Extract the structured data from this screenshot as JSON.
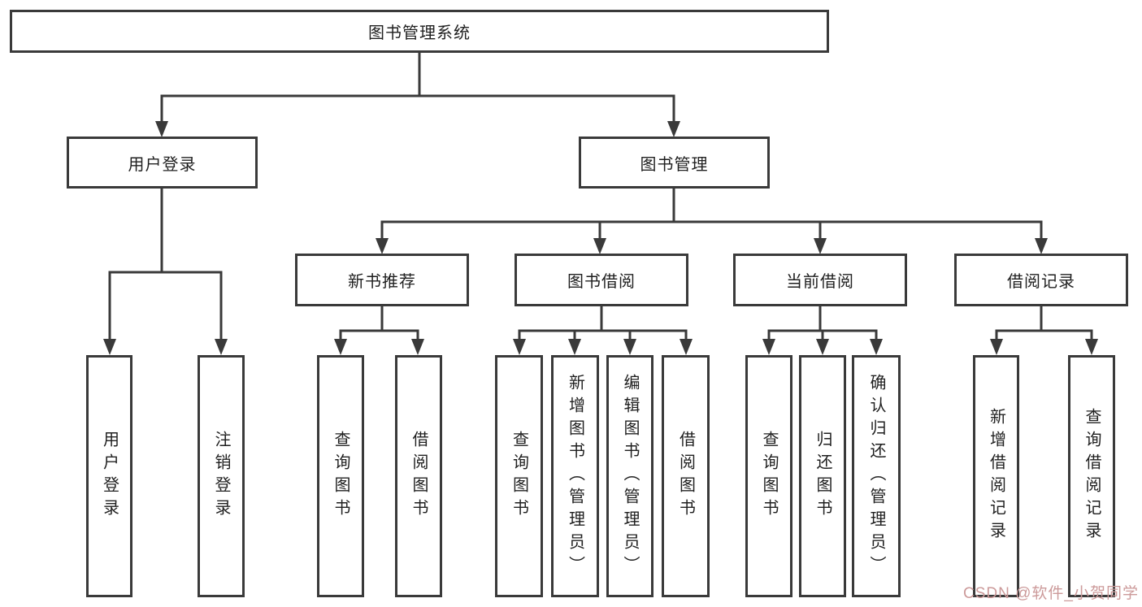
{
  "tree": {
    "root": {
      "label": "图书管理系统"
    },
    "children": [
      {
        "label": "用户登录",
        "children": [
          {
            "label": "用户登录"
          },
          {
            "label": "注销登录"
          }
        ]
      },
      {
        "label": "图书管理",
        "children": [
          {
            "label": "新书推荐",
            "children": [
              {
                "label": "查询图书"
              },
              {
                "label": "借阅图书"
              }
            ]
          },
          {
            "label": "图书借阅",
            "children": [
              {
                "label": "查询图书"
              },
              {
                "label": "新增图书（管理员）"
              },
              {
                "label": "编辑图书（管理员）"
              },
              {
                "label": "借阅图书"
              }
            ]
          },
          {
            "label": "当前借阅",
            "children": [
              {
                "label": "查询图书"
              },
              {
                "label": "归还图书"
              },
              {
                "label": "确认归还（管理员）"
              }
            ]
          },
          {
            "label": "借阅记录",
            "children": [
              {
                "label": "新增借阅记录"
              },
              {
                "label": "查询借阅记录"
              }
            ]
          }
        ]
      }
    ]
  },
  "watermark": {
    "text": "CSDN @软件_小贺同学",
    "color": "#cc9a9a"
  },
  "colors": {
    "line": "#3a3a3a",
    "box_border": "#3a3a3a",
    "text": "#1f1f1f",
    "background": "#ffffff"
  }
}
